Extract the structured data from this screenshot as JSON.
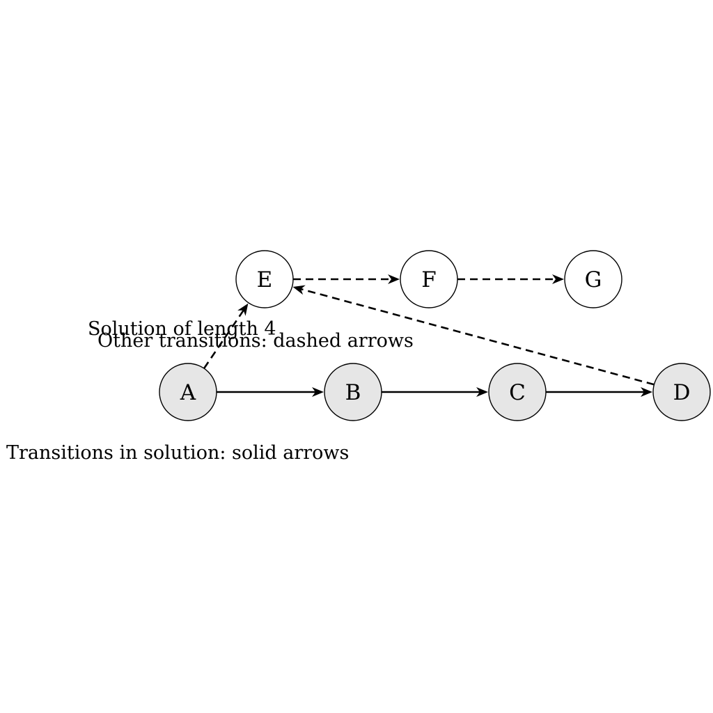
{
  "colors": {
    "solution_node_fill": "#e6e6e6",
    "other_node_fill": "#ffffff",
    "stroke": "#000000"
  },
  "nodes": [
    {
      "id": "A",
      "label": "A",
      "in_solution": true
    },
    {
      "id": "B",
      "label": "B",
      "in_solution": true
    },
    {
      "id": "C",
      "label": "C",
      "in_solution": true
    },
    {
      "id": "D",
      "label": "D",
      "in_solution": true
    },
    {
      "id": "E",
      "label": "E",
      "in_solution": false
    },
    {
      "id": "F",
      "label": "F",
      "in_solution": false
    },
    {
      "id": "G",
      "label": "G",
      "in_solution": false
    }
  ],
  "edges": [
    {
      "from": "A",
      "to": "B",
      "style": "solid"
    },
    {
      "from": "B",
      "to": "C",
      "style": "solid"
    },
    {
      "from": "C",
      "to": "D",
      "style": "solid"
    },
    {
      "from": "A",
      "to": "E",
      "style": "dashed"
    },
    {
      "from": "E",
      "to": "F",
      "style": "dashed"
    },
    {
      "from": "F",
      "to": "G",
      "style": "dashed"
    },
    {
      "from": "D",
      "to": "E",
      "style": "dashed"
    }
  ],
  "annotations": {
    "solution_length": "Solution of length 4",
    "other_transitions": "Other transitions: dashed arrows",
    "solution_transitions": "Transitions in solution: solid arrows"
  }
}
